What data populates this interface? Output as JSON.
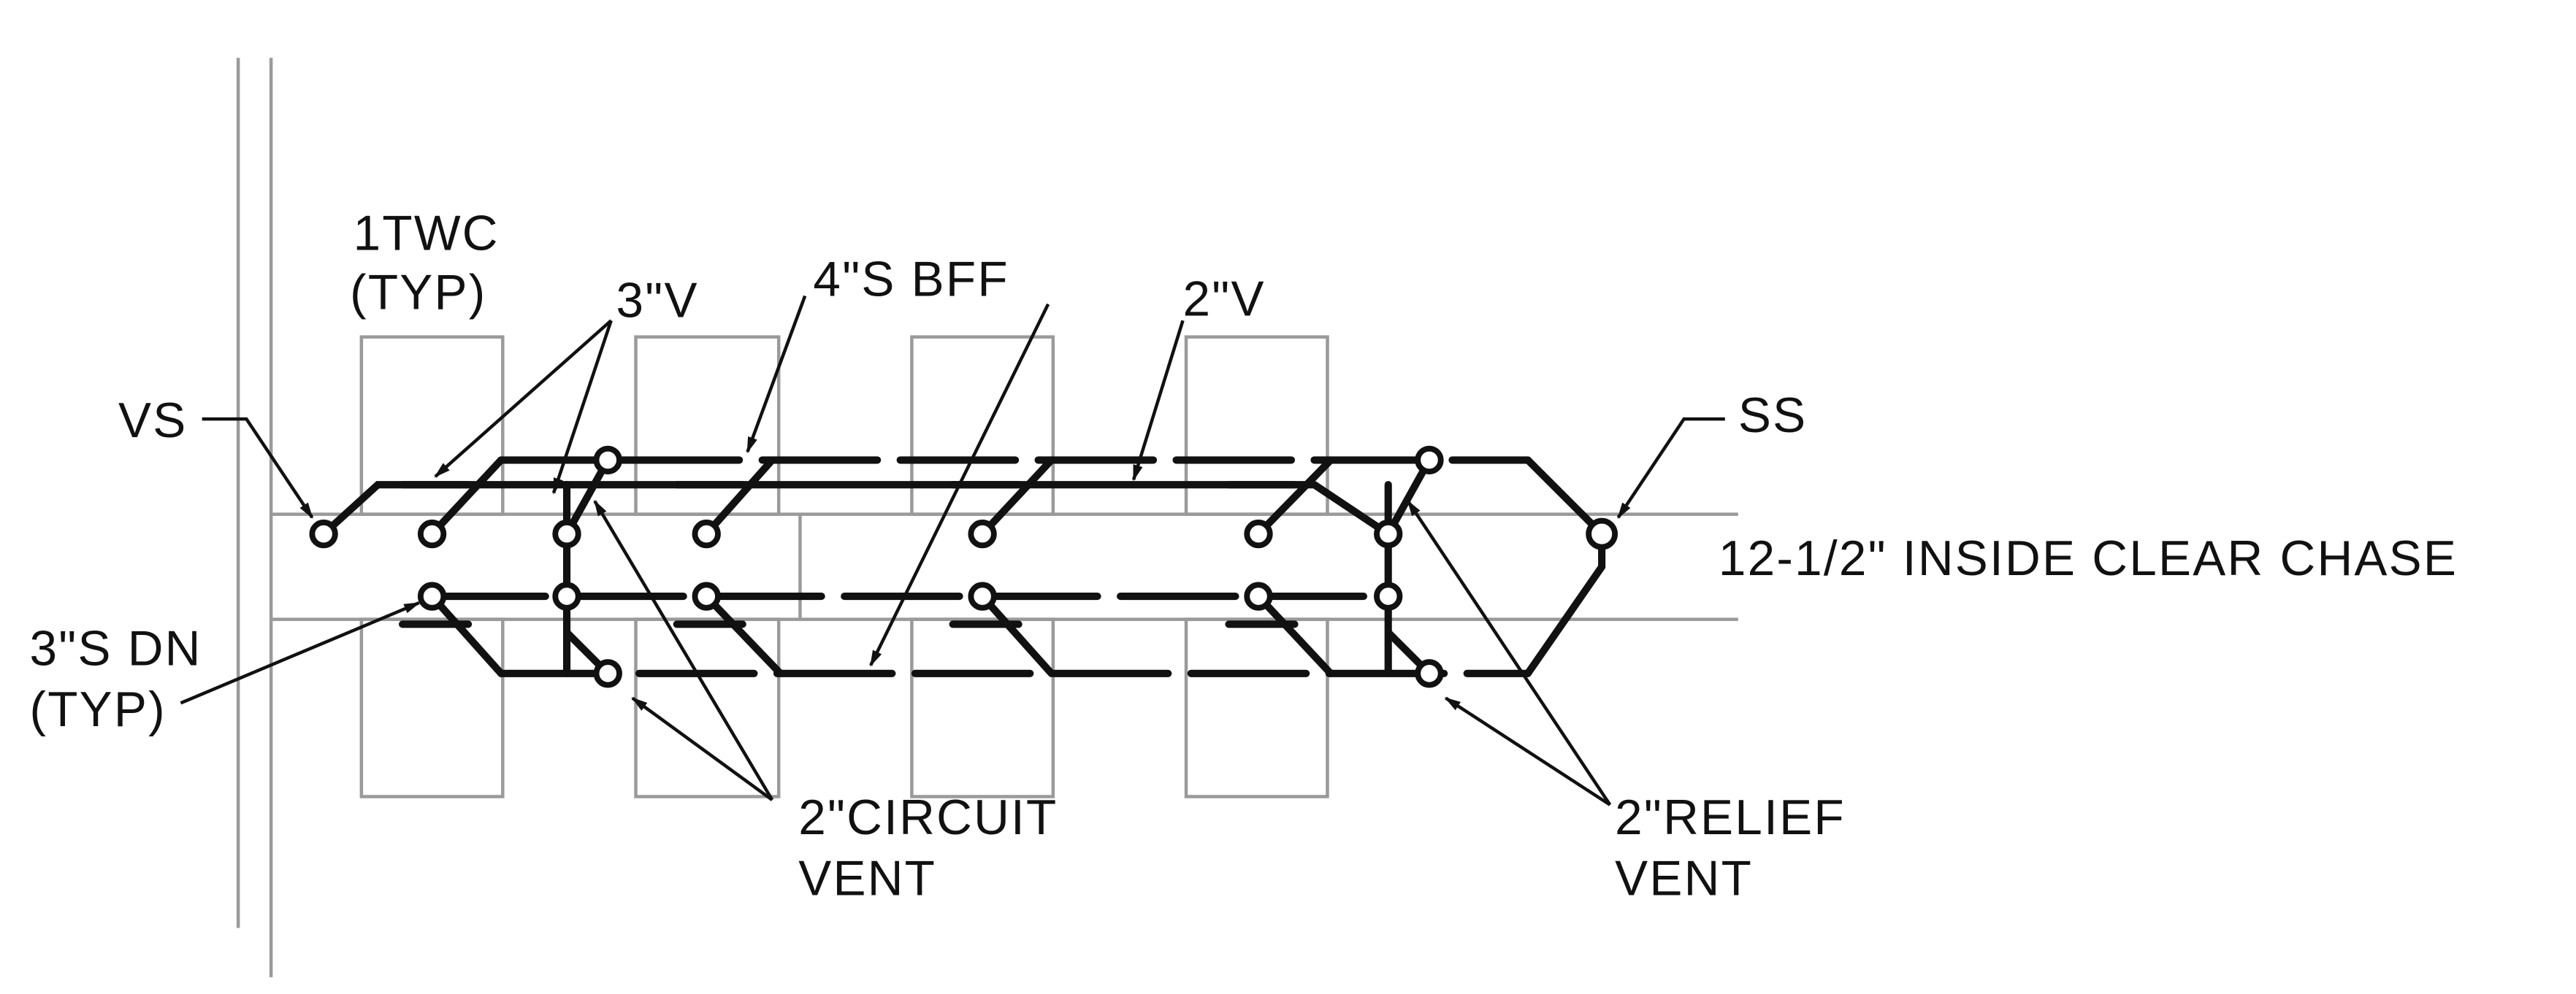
{
  "labels": {
    "fixture_line1": "1TWC",
    "fixture_line2": "(TYP)",
    "vent_3in": "3\"V",
    "sanitary_4in": "4\"S BFF",
    "vent_2in": "2\"V",
    "vent_stack": "VS",
    "soil_stack": "SS",
    "chase": "12-1/2\" INSIDE CLEAR CHASE",
    "sanitary_3in_line1": "3\"S DN",
    "sanitary_3in_line2": "(TYP)",
    "circuit_vent_line1": "2\"CIRCUIT",
    "circuit_vent_line2": "VENT",
    "relief_vent_line1": "2\"RELIEF",
    "relief_vent_line2": "VENT"
  },
  "colors": {
    "pipe": "#111111",
    "outline": "#9a9a9a"
  }
}
